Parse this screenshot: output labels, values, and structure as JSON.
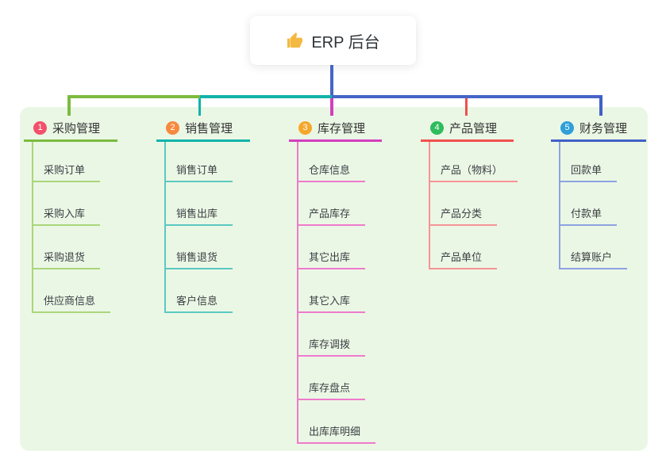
{
  "root": {
    "label": "ERP 后台",
    "icon": "thumbs-up-icon",
    "icon_color": "#F4B942"
  },
  "branches": [
    {
      "badge": "1",
      "label": "采购管理",
      "badge_color": "#F2506B",
      "line_color": "#7CBB3F",
      "child_line_color": "#A9D67B",
      "children": [
        "采购订单",
        "采购入库",
        "采购退货",
        "供应商信息"
      ]
    },
    {
      "badge": "2",
      "label": "销售管理",
      "badge_color": "#F6893E",
      "line_color": "#12B3A9",
      "child_line_color": "#5BC9C1",
      "children": [
        "销售订单",
        "销售出库",
        "销售退货",
        "客户信息"
      ]
    },
    {
      "badge": "3",
      "label": "库存管理",
      "badge_color": "#F6A72B",
      "line_color": "#D23FBD",
      "child_line_color": "#EF7ACC",
      "children": [
        "仓库信息",
        "产品库存",
        "其它出库",
        "其它入库",
        "库存调拨",
        "库存盘点",
        "出库库明细"
      ]
    },
    {
      "badge": "4",
      "label": "产品管理",
      "badge_color": "#2FBC5C",
      "line_color": "#F0504E",
      "child_line_color": "#F59495",
      "children": [
        "产品（物料）",
        "产品分类",
        "产品单位"
      ]
    },
    {
      "badge": "5",
      "label": "财务管理",
      "badge_color": "#2EA0D9",
      "line_color": "#4161C6",
      "child_line_color": "#8CA3E0",
      "children": [
        "回款单",
        "付款单",
        "结算账户"
      ]
    }
  ],
  "colors": {
    "canvas_bg": "#FFFFFF",
    "panel_bg": "#EBF7E5",
    "root_connector": "#4565C8",
    "text": "#333333"
  }
}
